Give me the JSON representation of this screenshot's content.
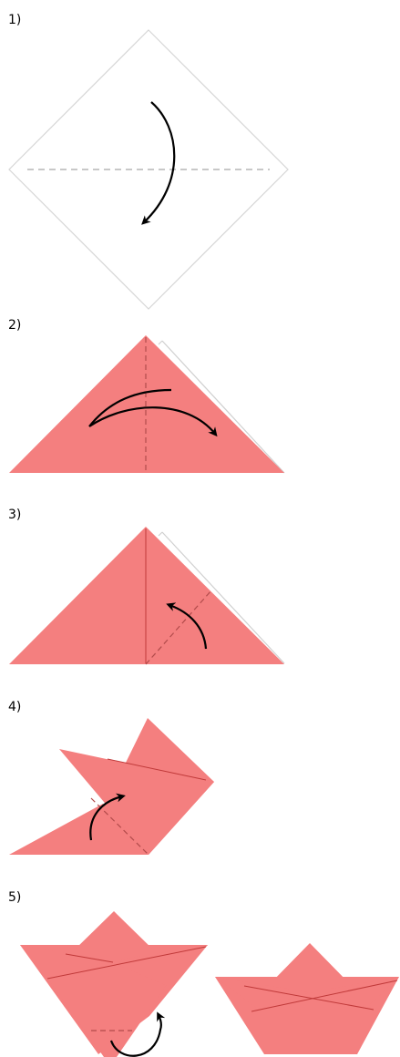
{
  "steps": [
    {
      "label": "1)"
    },
    {
      "label": "2)"
    },
    {
      "label": "3)"
    },
    {
      "label": "4)"
    },
    {
      "label": "5)"
    }
  ],
  "colors": {
    "paper": "#f47f7f",
    "paper_outline": "#d6d6d6",
    "crease_line": "#c03a3a",
    "arrow": "#000000",
    "valley_fold": "#cccccc"
  }
}
